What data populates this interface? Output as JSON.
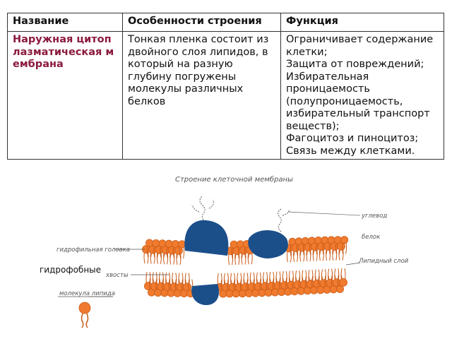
{
  "table": {
    "headers": [
      "Название",
      "Особенности строения",
      "Функция"
    ],
    "row": {
      "name": "Наружная цитоплазматическая мембрана",
      "structure": "Тонкая пленка состоит из двойного слоя липидов, в который на разную глубину погружены молекулы различных белков",
      "functions": [
        "Ограничивает содержание клетки;",
        "Защита от повреждений;",
        "Избирательная проницаемость (полупроницаемость, избирательный транспорт веществ);",
        "Фагоцитоз и пиноцитоз;",
        "Связь между клетками."
      ]
    }
  },
  "diagram": {
    "title": "Строение клеточной мембраны",
    "labels": {
      "carbohydrate": "углевод",
      "protein": "белок",
      "hydrophilic_head": "гидрофильная головка",
      "tails": "хвосты",
      "lipid_layer": "Липидный слой",
      "lipid_molecule": "молекула липида",
      "hydrophobic": "гидрофобные"
    },
    "colors": {
      "lipid_head": "#f07a2e",
      "protein": "#1b4f8a",
      "table_name": "#8b1a3c"
    }
  }
}
